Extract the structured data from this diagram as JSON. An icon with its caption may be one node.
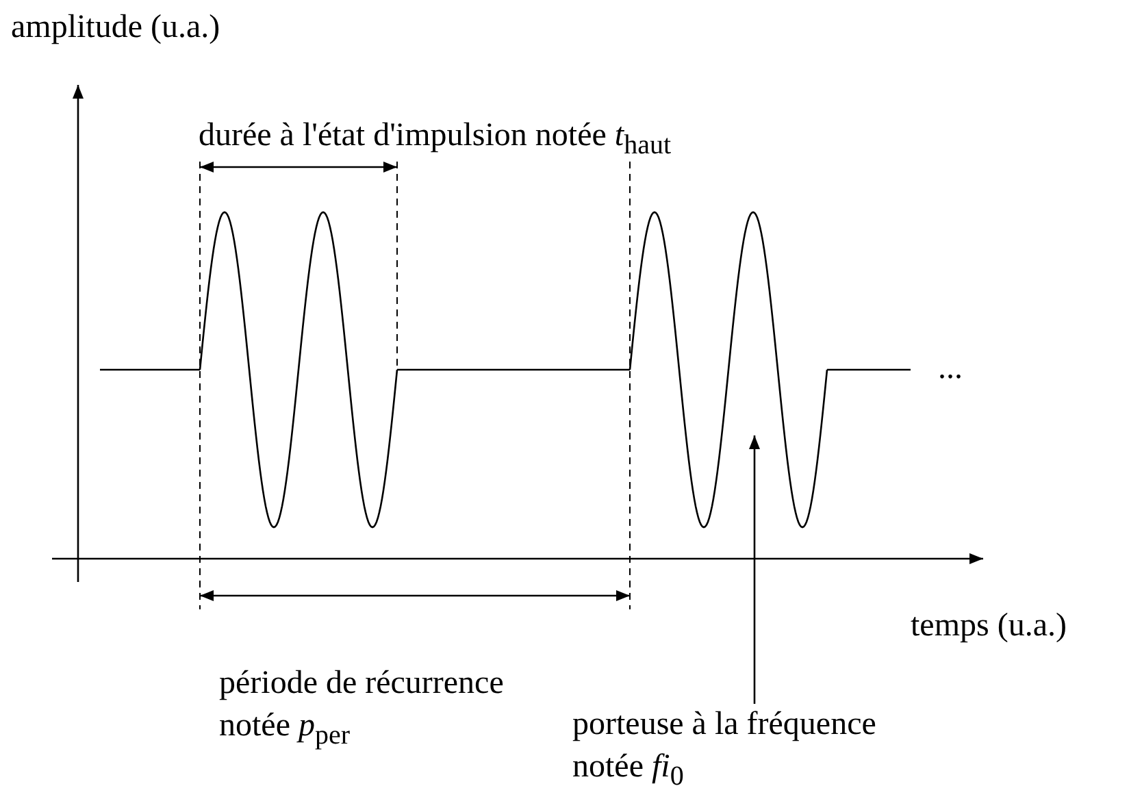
{
  "diagram": {
    "nodes": [
      {
        "text": [
          "porteuse à la fréquence notée *fi*$_{0}$"
        ]
      },
      {
        "text": [],
        "shape": "picture"
      }
    ],
    "edges": [
      {
        "from": 0,
        "to": 1,
        "arrow": "to"
      }
    ],
    "labels": [
      "amplitude (u.a.)",
      "durée à l'état d'impulsion notée *t*$_{haut}$",
      "...",
      "temps (u.a.)",
      "période de récurrence notée *p*$_{per}$"
    ]
  }
}
